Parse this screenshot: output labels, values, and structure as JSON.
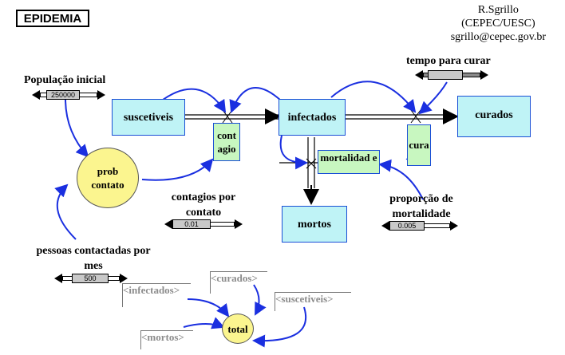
{
  "title": "EPIDEMIA",
  "author": {
    "name": "R.Sgrillo",
    "org": "(CEPEC/UESC)",
    "email": "sgrillo@cepec.gov.br"
  },
  "stocks": {
    "suscetiveis": "suscetiveis",
    "infectados": "infectados",
    "curados": "curados",
    "mortos": "mortos"
  },
  "flows": {
    "contagio": "cont agio",
    "cura": "cura",
    "mortalidade": "mortalidad e"
  },
  "auxiliaries": {
    "prob_contato": "prob contato",
    "total": "total"
  },
  "labels": {
    "populacao_inicial": "População inicial",
    "tempo_para_curar": "tempo para curar",
    "contagios_por_contato": "contagios por contato",
    "proporcao_mortalidade": "proporção de mortalidade",
    "pessoas_contactadas": "pessoas contactadas por mes"
  },
  "sliders": {
    "populacao_inicial": "250000",
    "contagios_por_contato": "0.01",
    "proporcao_mortalidade": "0.005",
    "pessoas_contactadas": "500"
  },
  "shadow_vars": {
    "infectados": "<infectados>",
    "curados": "<curados>",
    "suscetiveis": "<suscetiveis>",
    "mortos": "<mortos>"
  },
  "colors": {
    "stock": "#bff3f6",
    "flow": "#c8f7c0",
    "aux": "#fbf58f",
    "link": "#1a2fe0"
  }
}
